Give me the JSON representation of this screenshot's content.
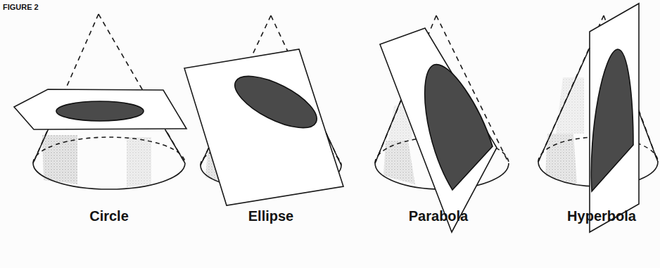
{
  "diagram": {
    "title": "FIGURE 2",
    "labels": [
      "Circle",
      "Ellipse",
      "Parabola",
      "Hyperbola"
    ]
  }
}
